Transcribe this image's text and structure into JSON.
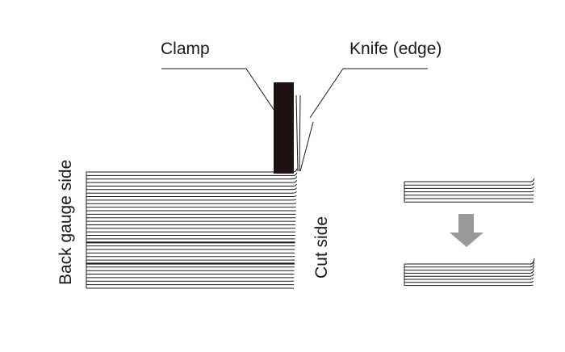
{
  "labels": {
    "clamp": "Clamp",
    "knife": "Knife (edge)",
    "back_gauge_side": "Back gauge side",
    "cut_side": "Cut side"
  },
  "colors": {
    "line": "#1a1a1a",
    "clamp_fill": "#1e1210",
    "arrow_fill": "#999999"
  },
  "stack": {
    "thick_line_positions": [
      20,
      26
    ]
  }
}
